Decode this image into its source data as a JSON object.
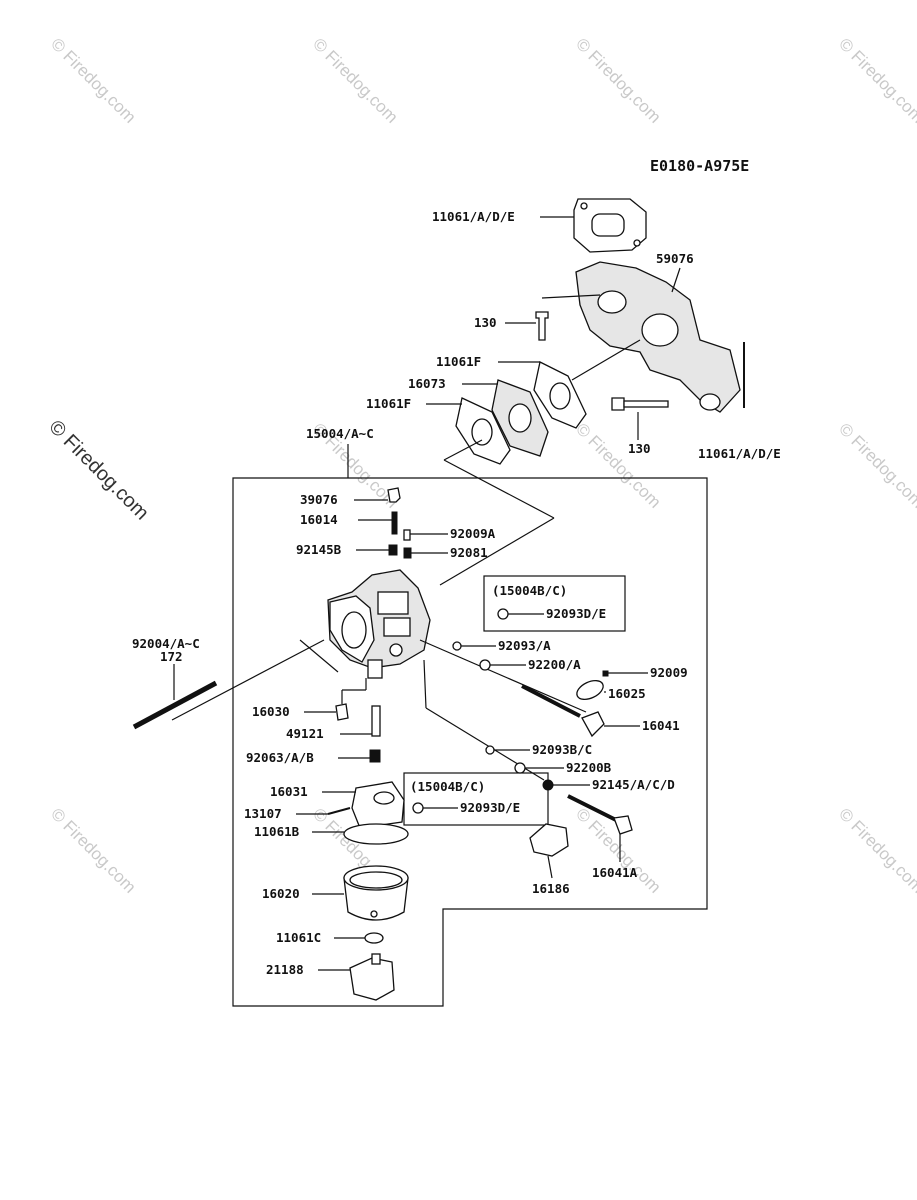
{
  "diagram_code": "E0180-A975E",
  "watermark": "© Firedog.com",
  "variant_note": "(15004B/C)",
  "labels": {
    "l_11061ade_top": "11061/A/D/E",
    "l_59076": "59076",
    "l_130a": "130",
    "l_11061f_a": "11061F",
    "l_16073": "16073",
    "l_11061f_b": "11061F",
    "l_130b": "130",
    "l_11061ade_side": "11061/A/D/E",
    "l_15004": "15004/A~C",
    "l_39076": "39076",
    "l_16014": "16014",
    "l_92009a": "92009A",
    "l_92145b": "92145B",
    "l_92081": "92081",
    "l_92093de_a": "92093D/E",
    "l_92093a": "92093/A",
    "l_92004": "92004/A~C",
    "l_172": "172",
    "l_92200a": "92200/A",
    "l_92009": "92009",
    "l_16025": "16025",
    "l_16030": "16030",
    "l_16041": "16041",
    "l_49121": "49121",
    "l_92093bc": "92093B/C",
    "l_92063": "92063/A/B",
    "l_92200b": "92200B",
    "l_92145acd": "92145/A/C/D",
    "l_16031": "16031",
    "l_92093de_b": "92093D/E",
    "l_13107": "13107",
    "l_11061b": "11061B",
    "l_16041a": "16041A",
    "l_16186": "16186",
    "l_16020": "16020",
    "l_11061c": "11061C",
    "l_21188": "21188"
  }
}
